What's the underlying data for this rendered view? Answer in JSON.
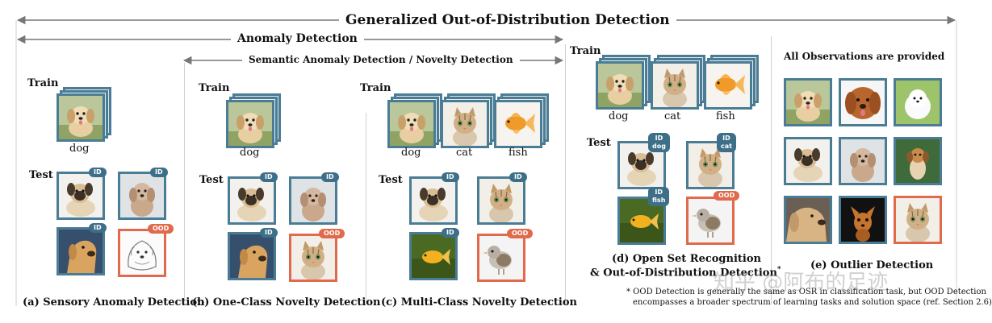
{
  "titles": {
    "main": "Generalized Out-of-Distribution Detection",
    "anomaly": "Anomaly Detection",
    "semantic": "Semantic Anomaly Detection / Novelty Detection"
  },
  "labels": {
    "train": "Train",
    "test": "Test",
    "all_obs": "All Observations are provided"
  },
  "classes": {
    "dog": "dog",
    "cat": "cat",
    "fish": "fish"
  },
  "badges": {
    "id": "ID",
    "ood": "OOD",
    "id_dog_1": "ID",
    "id_dog_2": "dog",
    "id_cat_1": "ID",
    "id_cat_2": "cat",
    "id_fish_1": "ID",
    "id_fish_2": "fish"
  },
  "captions": {
    "a": "(a) Sensory Anomaly Detection",
    "b": "(b) One-Class Novelty Detection",
    "c": "(c) Multi-Class Novelty Detection",
    "d1": "(d) Open Set Recognition",
    "d2": "& Out-of-Distribution Detection",
    "d_mark": "*",
    "e": "(e) Outlier Detection"
  },
  "footnote": {
    "line1": "* OOD Detection is generally the same as OSR in classification task, but OOD Detection",
    "line2": "encompasses a broader spectrum of learning tasks and solution space (ref. Section 2.6)"
  },
  "watermark": "知乎 @阿布的足迹",
  "colors": {
    "id_border": "#4a7d95",
    "ood_border": "#e06a4b",
    "badge_id": "#3d6f89",
    "badge_ood": "#e06a4b",
    "arrow": "#777777"
  },
  "icons": [
    "dog-photo-icon",
    "cat-photo-icon",
    "fish-photo-icon",
    "bird-photo-icon",
    "sketch-dog-icon"
  ]
}
